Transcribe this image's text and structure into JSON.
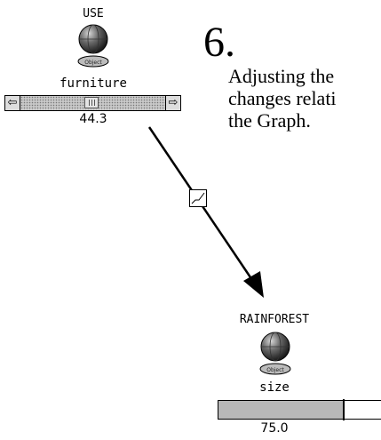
{
  "step": {
    "number": "6.",
    "lines": [
      "Adjusting the",
      "changes relati",
      "the Graph."
    ]
  },
  "source_node": {
    "title": "USE",
    "name": "furniture",
    "value": "44.3",
    "slider_fraction": 0.44,
    "icon": "object-globe-icon",
    "badge": "Object"
  },
  "target_node": {
    "title": "RAINFOREST",
    "name": "size",
    "value": "75.0",
    "level_fraction": 0.75,
    "icon": "object-globe-icon",
    "badge": "Object"
  },
  "connector": {
    "icon": "graph-icon"
  }
}
